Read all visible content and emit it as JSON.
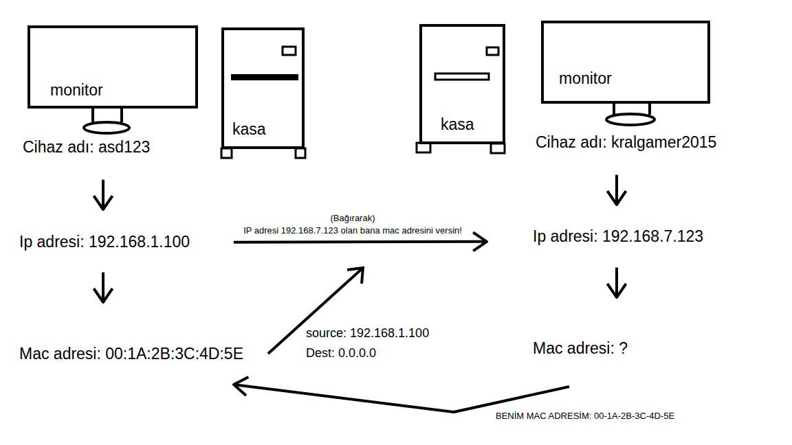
{
  "diagram": {
    "nodes": [
      {
        "text": [
          "monitor"
        ]
      },
      {
        "text": [
          "kasa"
        ]
      },
      {
        "text": [
          "kasa"
        ]
      },
      {
        "text": [
          "monitor"
        ]
      },
      {
        "text": [
          "Cihaz adı: asd123"
        ]
      },
      {
        "text": [
          "Cihaz adı: kralgamer2015"
        ]
      },
      {
        "text": [
          "Ip adresi: 192.168.1.100"
        ]
      },
      {
        "text": [
          "Ip adresi: 192.168.7.123"
        ]
      },
      {
        "text": [
          "Mac adresi: 00:1A:2B:3C:4D:5E"
        ]
      },
      {
        "text": [
          "Mac adresi: ?"
        ]
      }
    ],
    "edges": [
      {
        "from": 4,
        "to": 6,
        "arrow": "to"
      },
      {
        "from": 6,
        "to": 8,
        "arrow": "to"
      },
      {
        "from": 5,
        "to": 7,
        "arrow": "to"
      },
      {
        "from": 7,
        "to": 9,
        "arrow": "to"
      },
      {
        "from": 6,
        "to": 7,
        "label": "IP adresi 192.168.7.123 olan bana mac adresini versin!",
        "arrow": "to"
      },
      {
        "from": 9,
        "to": 8,
        "label": "BENİM MAC ADRESİM: 00-1A-2B-3C-4D-5E",
        "arrow": "to"
      }
    ],
    "labels": [
      "(Bağırarak)",
      "source: 192.168.1.100",
      "Dest: 0.0.0.0"
    ]
  }
}
